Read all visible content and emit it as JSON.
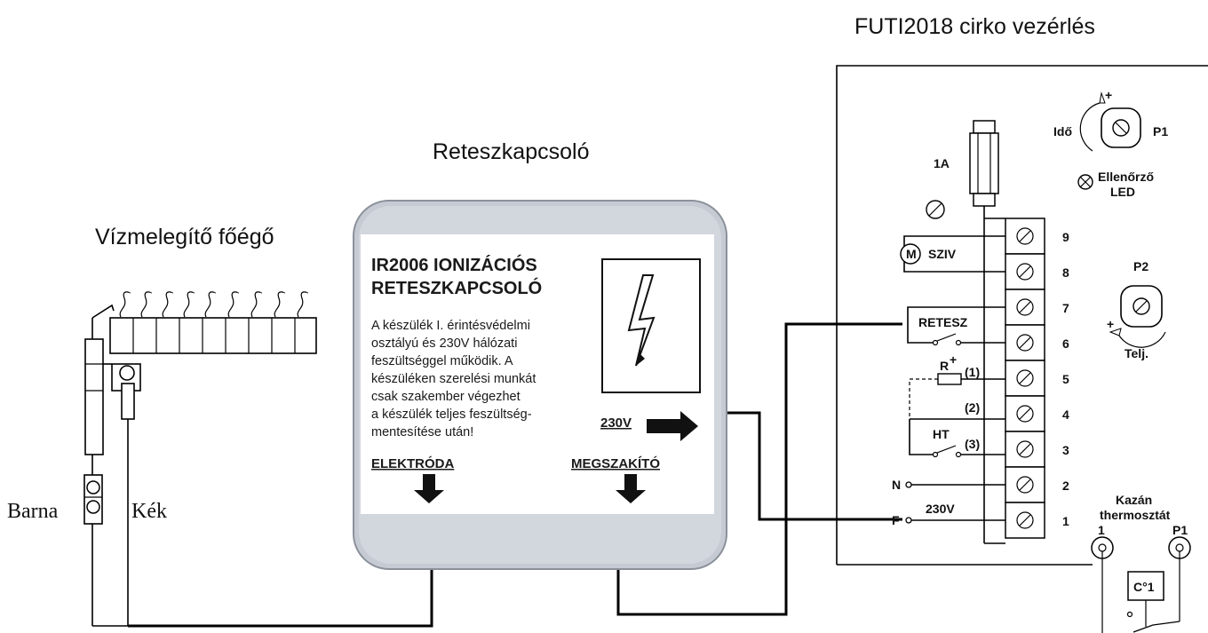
{
  "titles": {
    "controller": "FUTI2018 cirko vezérlés",
    "interlock": "Reteszkapcsoló",
    "burner": "Vízmelegítő főégő"
  },
  "burner": {
    "wire_left": "Barna",
    "wire_right": "Kék"
  },
  "interlock_box": {
    "heading_1": "IR2006 IONIZÁCIÓS",
    "heading_2": "RETESZKAPCSOLÓ",
    "body_lines": [
      "A készülék I. érintésvédelmi",
      "osztályú és 230V hálózati",
      "feszültséggel működik.  A",
      "készüléken szerelési munkát",
      "csak szakember végezhet",
      "a készülék teljes feszültség-",
      "mentesítése után!"
    ],
    "voltage_label": "230V",
    "electrode_label": "ELEKTRÓDA",
    "breaker_label": "MEGSZAKÍTÓ"
  },
  "controller": {
    "fuse_label": "1A",
    "pot1_time": "Idő",
    "pot1_label": "P1",
    "plus": "+",
    "led_line1": "Ellenőrző",
    "led_line2": "LED",
    "pot2_label": "P2",
    "pot2_power": "Telj.",
    "motor_symbol": "M",
    "pump_label": "SZIV",
    "interlock_label": "RETESZ",
    "resistor_label": "R",
    "resistor_sup": "+",
    "r_index": "(1)",
    "term4_index": "(2)",
    "ht_label": "HT",
    "ht_index": "(3)",
    "neutral": "N",
    "phase": "F",
    "mains": "230V",
    "terminals": [
      "9",
      "8",
      "7",
      "6",
      "5",
      "4",
      "3",
      "2",
      "1"
    ],
    "boiler_line1": "Kazán",
    "boiler_line2": "thermosztát",
    "boiler_t1": "1",
    "boiler_t2": "P1",
    "thermostat_label": "C°1"
  }
}
